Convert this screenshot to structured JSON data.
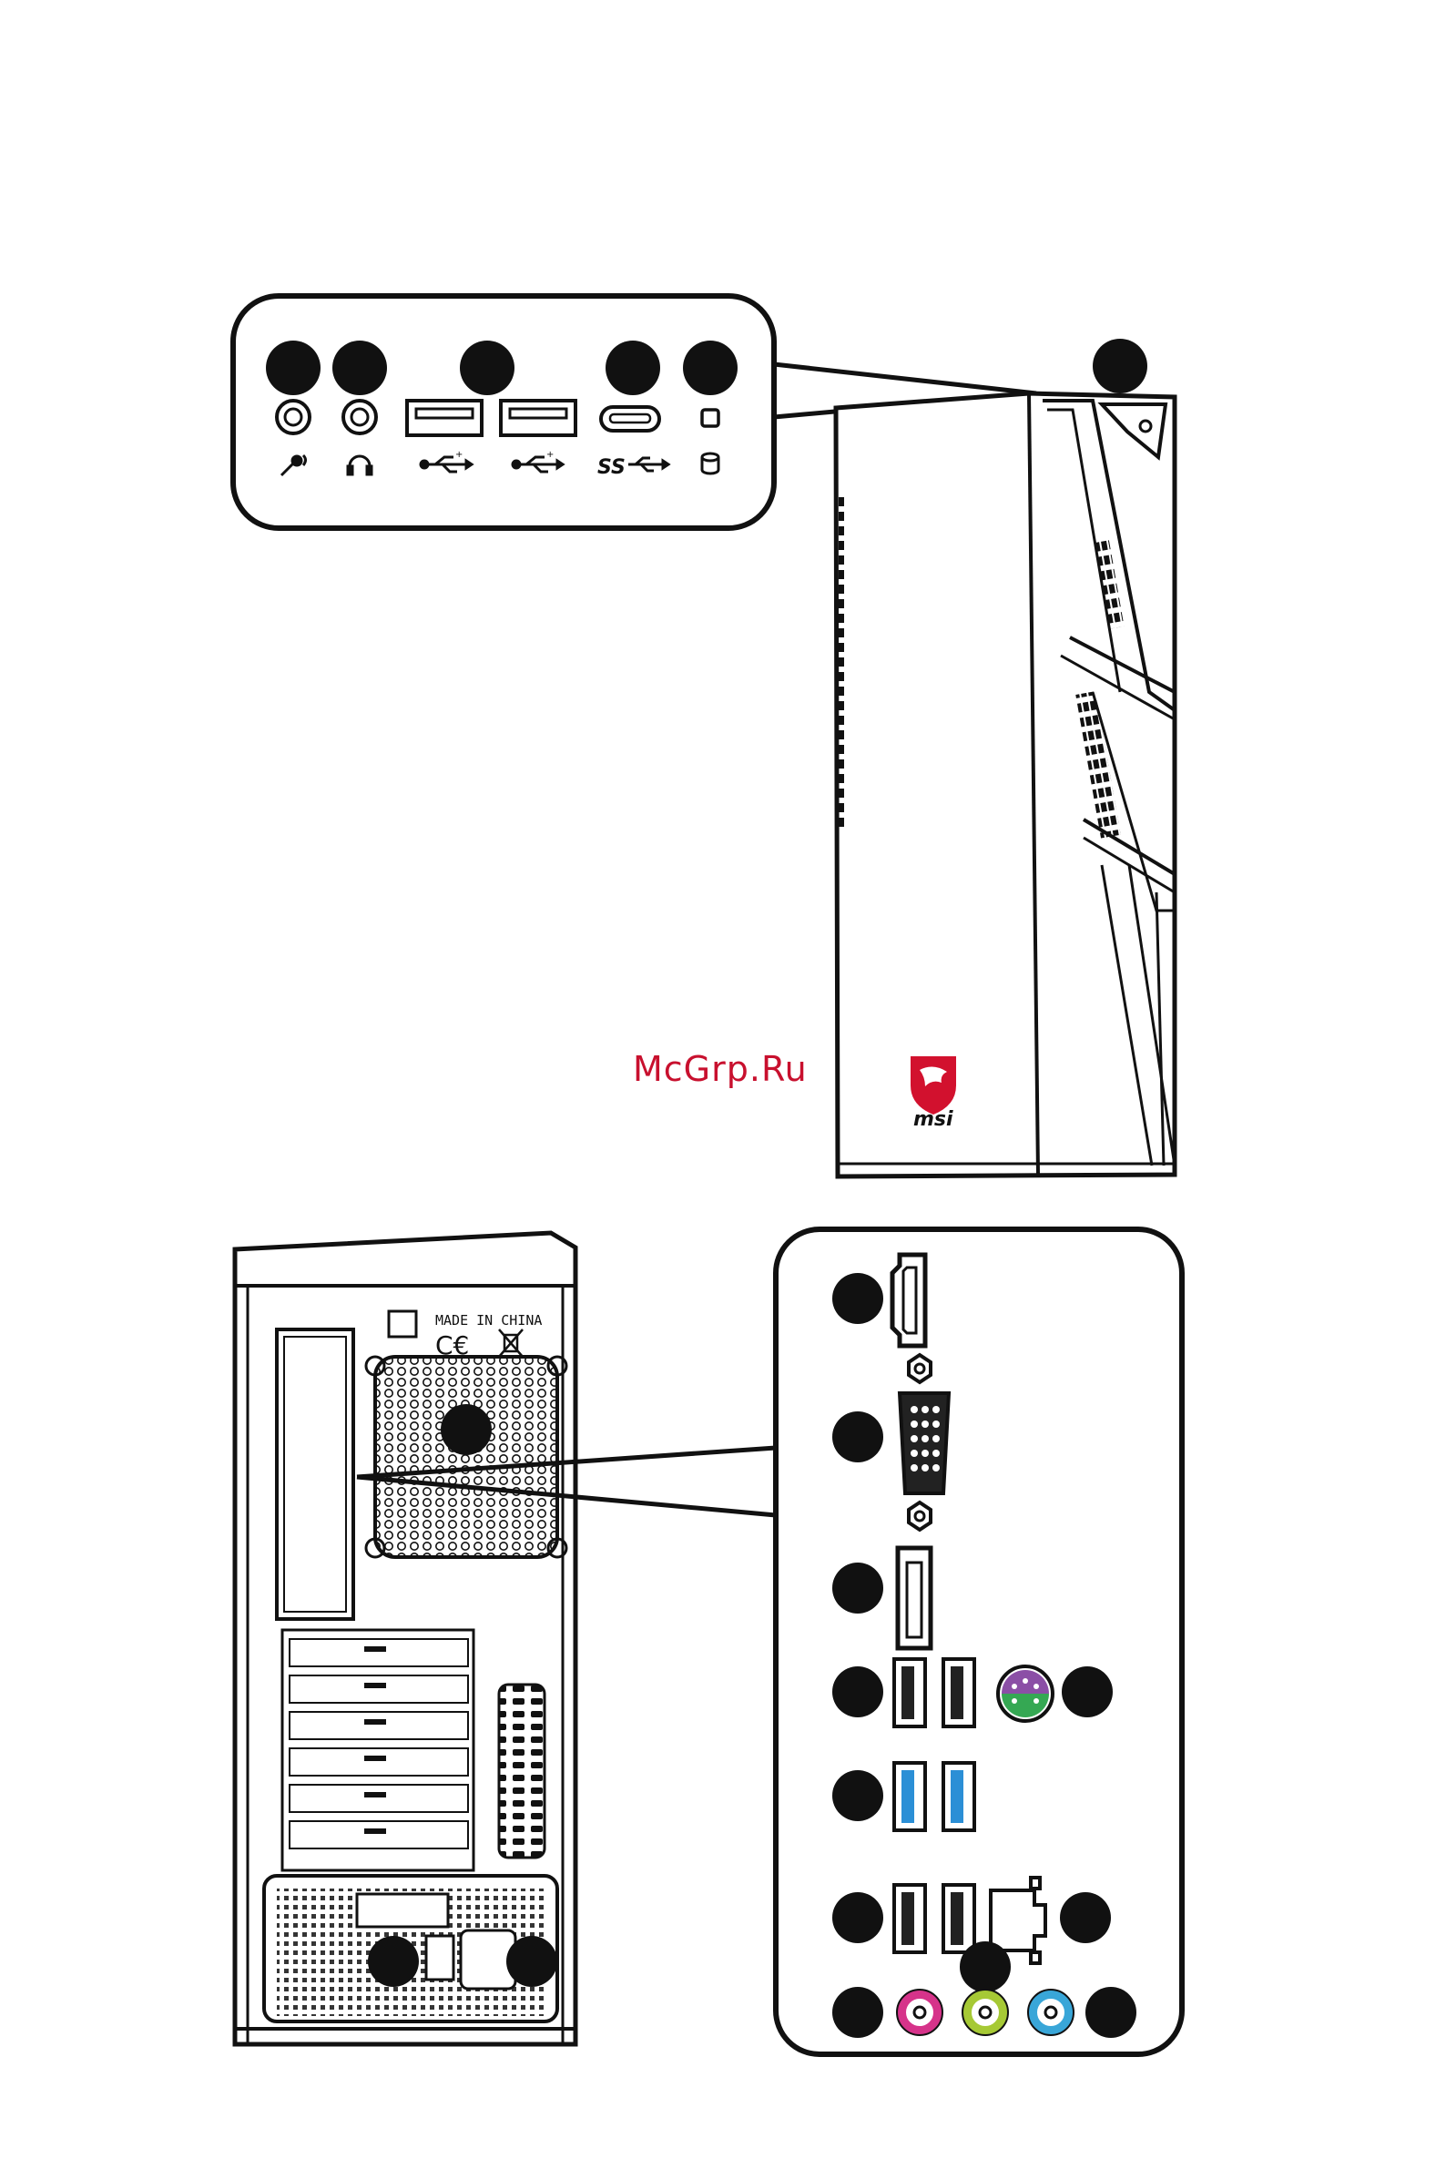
{
  "watermark": {
    "text": "McGrp.Ru"
  },
  "brand": {
    "logo_text": "msi",
    "accent": "#d2112e"
  },
  "rear_label": {
    "text": "MADE IN CHINA"
  },
  "colors": {
    "line": "#111111",
    "callout": "#111111",
    "usb3_blue": "#2b8fd6",
    "ps2_purple": "#8b4fa6",
    "ps2_green": "#35a853",
    "audio_pink": "#d6338a",
    "audio_lime": "#a6c935",
    "audio_blue": "#39a6d8"
  },
  "front_panel": {
    "ports": [
      {
        "id": "mic",
        "icon": "microphone-icon"
      },
      {
        "id": "headphone",
        "icon": "headphone-icon"
      },
      {
        "id": "usb2-a",
        "icon": "usb-icon"
      },
      {
        "id": "usb2-b",
        "icon": "usb-icon"
      },
      {
        "id": "usb-c",
        "icon": "superspeed-usb-icon",
        "icon_text": "SS"
      },
      {
        "id": "hdd-led",
        "icon": "hdd-icon"
      }
    ]
  },
  "rear_io": {
    "ports": [
      {
        "id": "hdmi",
        "icon": "hdmi-port-icon"
      },
      {
        "id": "vga",
        "icon": "vga-port-icon"
      },
      {
        "id": "displayport",
        "icon": "displayport-icon"
      },
      {
        "id": "usb2-pair",
        "icon": "usb-port-icon"
      },
      {
        "id": "ps2",
        "icon": "ps2-port-icon"
      },
      {
        "id": "usb3-pair",
        "icon": "usb3-port-icon"
      },
      {
        "id": "usb-lan-pair",
        "icon": "usb-port-icon"
      },
      {
        "id": "lan",
        "icon": "ethernet-port-icon"
      },
      {
        "id": "audio",
        "icon": "audio-jack-icon"
      }
    ]
  }
}
